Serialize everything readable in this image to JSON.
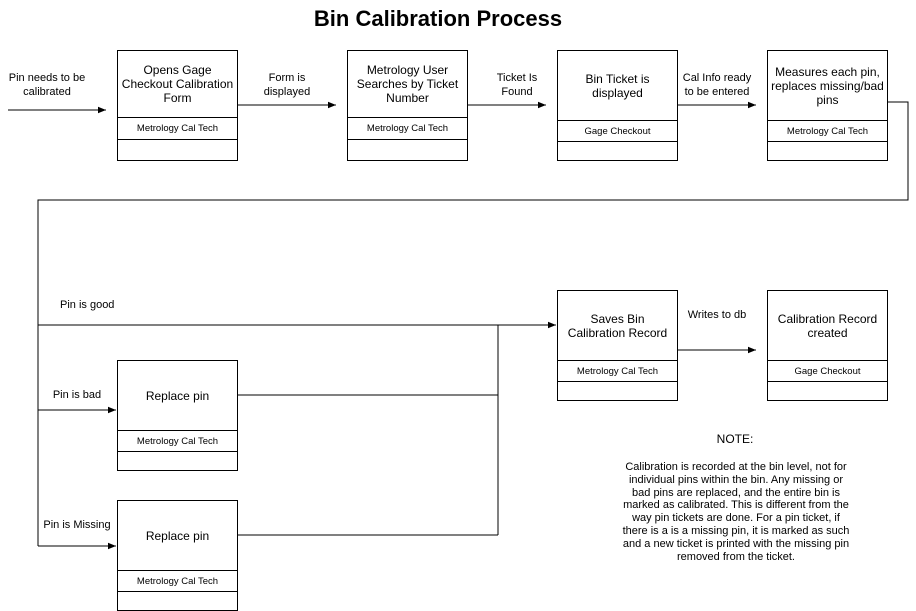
{
  "title": "Bin Calibration Process",
  "boxes": {
    "opens_form": {
      "title": "Opens Gage Checkout Calibration Form",
      "role": "Metrology Cal Tech"
    },
    "searches": {
      "title": "Metrology User Searches by Ticket Number",
      "role": "Metrology Cal Tech"
    },
    "bin_ticket": {
      "title": "Bin Ticket is displayed",
      "role": "Gage Checkout"
    },
    "measures": {
      "title": "Measures each pin, replaces missing/bad pins",
      "role": "Metrology Cal Tech"
    },
    "saves": {
      "title": "Saves Bin Calibration Record",
      "role": "Metrology Cal Tech"
    },
    "record": {
      "title": "Calibration Record created",
      "role": "Gage Checkout"
    },
    "replace_bad": {
      "title": "Replace pin",
      "role": "Metrology Cal Tech"
    },
    "replace_missing": {
      "title": "Replace pin",
      "role": "Metrology Cal Tech"
    }
  },
  "edges": {
    "start": "Pin needs to be calibrated",
    "form_displayed": "Form is displayed",
    "ticket_found": "Ticket Is Found",
    "cal_info": "Cal Info ready to be entered",
    "pin_good": "Pin is good",
    "pin_bad": "Pin is bad",
    "pin_missing": "Pin is Missing",
    "writes_db": "Writes to db"
  },
  "note": {
    "heading": "NOTE:",
    "body": "Calibration is recorded at the bin level, not for individual pins within the bin. Any missing or bad pins are replaced, and the entire bin is marked as calibrated. This is different from the way pin tickets are done. For a pin ticket, if there is a is a missing pin, it is marked as such and a new ticket is printed with the missing pin removed from the ticket."
  }
}
